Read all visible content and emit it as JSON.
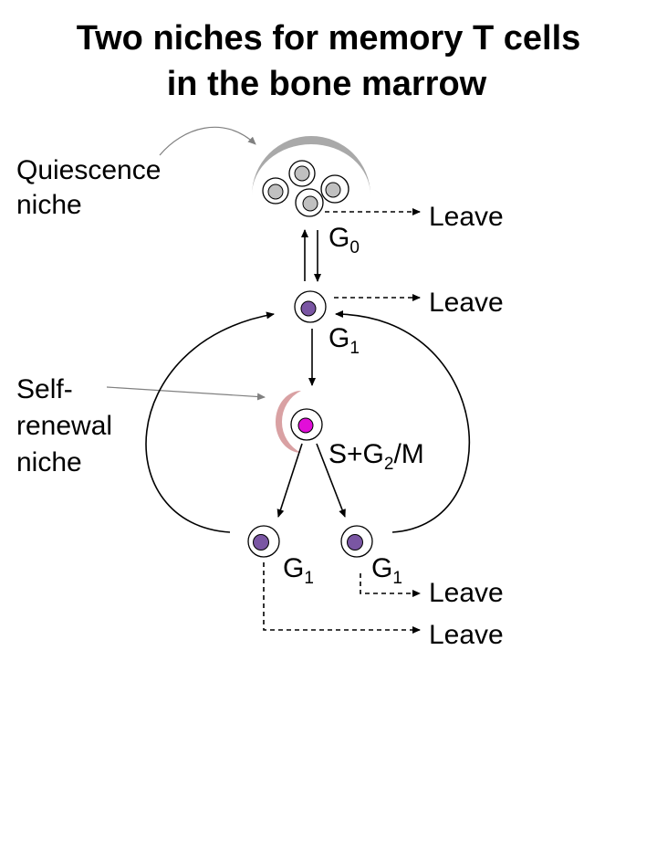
{
  "title": {
    "line1": "Two niches for memory T cells",
    "line2": "in the bone marrow"
  },
  "niches": {
    "quiescence": {
      "line1": "Quiescence",
      "line2": "niche"
    },
    "self_renewal": {
      "line1": "Self-",
      "line2": "renewal",
      "line3": "niche"
    }
  },
  "phases": {
    "g0": {
      "letter": "G",
      "sub": "0"
    },
    "g1_top": {
      "letter": "G",
      "sub": "1"
    },
    "sg2m": {
      "pre": "S+G",
      "sub": "2",
      "post": "/M"
    },
    "g1_left": {
      "letter": "G",
      "sub": "1"
    },
    "g1_right": {
      "letter": "G",
      "sub": "1"
    }
  },
  "exits": {
    "leave_g0": "Leave",
    "leave_g1_top": "Leave",
    "leave_g1_right": "Leave",
    "leave_g1_left": "Leave"
  },
  "colors": {
    "quiescence_niche": "#a9a9a9",
    "quiescent_nucleus": "#c0c0c0",
    "self_renewal_niche": "#d9a1a3",
    "g1_nucleus": "#7a56a3",
    "dividing_nucleus": "#e10ed8"
  }
}
